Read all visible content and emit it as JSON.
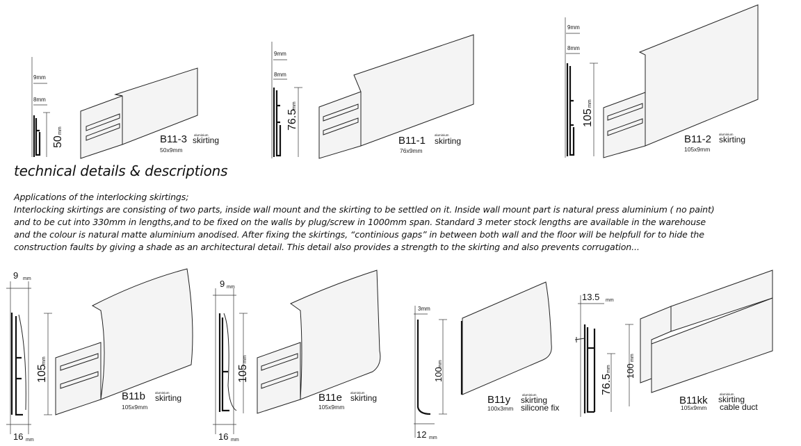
{
  "top_row": [
    {
      "code": "B11-3",
      "material": "aluminium",
      "kind": "skirting",
      "size": "50x9mm",
      "height_value": "50",
      "height_unit": "mm",
      "top_dim_a": "9mm",
      "top_dim_b": "8mm"
    },
    {
      "code": "B11-1",
      "material": "aluminium",
      "kind": "skirting",
      "size": "76x9mm",
      "height_value": "76.5",
      "height_unit": "mm",
      "top_dim_a": "9mm",
      "top_dim_b": "8mm"
    },
    {
      "code": "B11-2",
      "material": "aluminium",
      "kind": "skirting",
      "size": "105x9mm",
      "height_value": "105",
      "height_unit": "mm",
      "top_dim_a": "9mm",
      "top_dim_b": "8mm"
    }
  ],
  "section": {
    "heading": "technical details & descriptions",
    "lines": [
      "Applications of the interlocking skirtings;",
      "Interlocking skirtings are consisting of two parts, inside wall mount and the skirting to be settled on it. Inside wall mount part is natural press aluminium ( no paint)",
      "and to be cut into 330mm in lengths,and to be fixed on the walls by plug/screw in 1000mm span. Standard 3 meter stock lengths are available in the warehouse",
      "and the colour is natural matte aluminium anodised. After fixing the skirtings, “continious gaps” in between both wall and the floor will be helpfull for to hide the",
      "construction faults by giving a shade as an architectural detail. This detail also provides a strength to the skirting and also prevents corrugation..."
    ]
  },
  "bottom_row": [
    {
      "code": "B11b",
      "material": "aluminium",
      "kind": "skirting",
      "extra": "",
      "size": "105x9mm",
      "height_value": "105",
      "height_unit": "mm",
      "top_value": "9",
      "top_unit": "mm",
      "bottom_value": "16",
      "bottom_unit": "mm"
    },
    {
      "code": "B11e",
      "material": "aluminium",
      "kind": "skirting",
      "extra": "",
      "size": "105x9mm",
      "height_value": "105",
      "height_unit": "mm",
      "top_value": "9",
      "top_unit": "mm",
      "bottom_value": "16",
      "bottom_unit": "mm"
    },
    {
      "code": "B11y",
      "material": "aluminium",
      "kind": "skirting",
      "extra": "silicone fix",
      "size": "100x3mm",
      "height_value": "100",
      "height_unit": "mm",
      "top_value": "3mm",
      "top_unit": "",
      "bottom_value": "12",
      "bottom_unit": "mm"
    },
    {
      "code": "B11kk",
      "material": "aluminium",
      "kind": "skirting",
      "extra": "cable duct",
      "size": "105x9mm",
      "height_value": "100",
      "height_unit": "mm",
      "height2_value": "76.5",
      "height2_unit": "mm",
      "top_value": "13.5",
      "top_unit": "mm"
    }
  ]
}
